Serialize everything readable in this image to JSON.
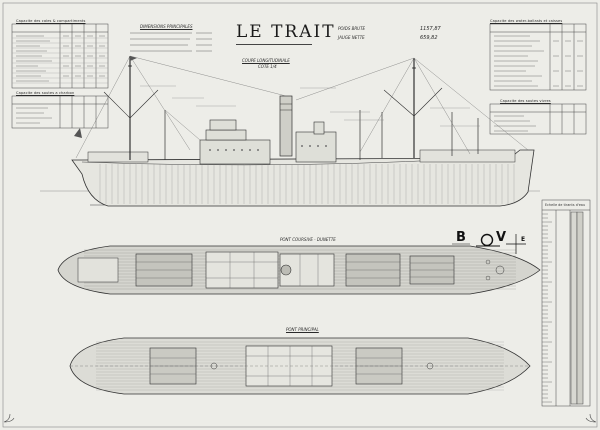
{
  "title": "LE TRAIT",
  "weights": {
    "gross": {
      "label": "Poids brute",
      "value": "1157,87"
    },
    "net": {
      "label": "Jauge nette",
      "value": "659,82"
    }
  },
  "dimensions_header": "Dimensions principales",
  "elevation_label": "Coupe longitudinale",
  "elevation_scale": "Cote 1/4",
  "upper_deck_label": "Pont coursive - Dunette",
  "main_deck_label": "Pont principal",
  "legend_symbols": [
    "B",
    "O",
    "V",
    "E"
  ],
  "tables": {
    "top_left": "Capacite des cales & compartiments",
    "mid_left": "Capacite des soutes a charbon",
    "top_right": "Capacite des water-ballasts et caisses",
    "mid_right": "Capacite des soutes vivres",
    "far_right": "Echelle de tirants d'eau"
  },
  "colors": {
    "paper": "#ededE8",
    "ink": "#333333",
    "deck_planking": "#6a6a6a"
  }
}
